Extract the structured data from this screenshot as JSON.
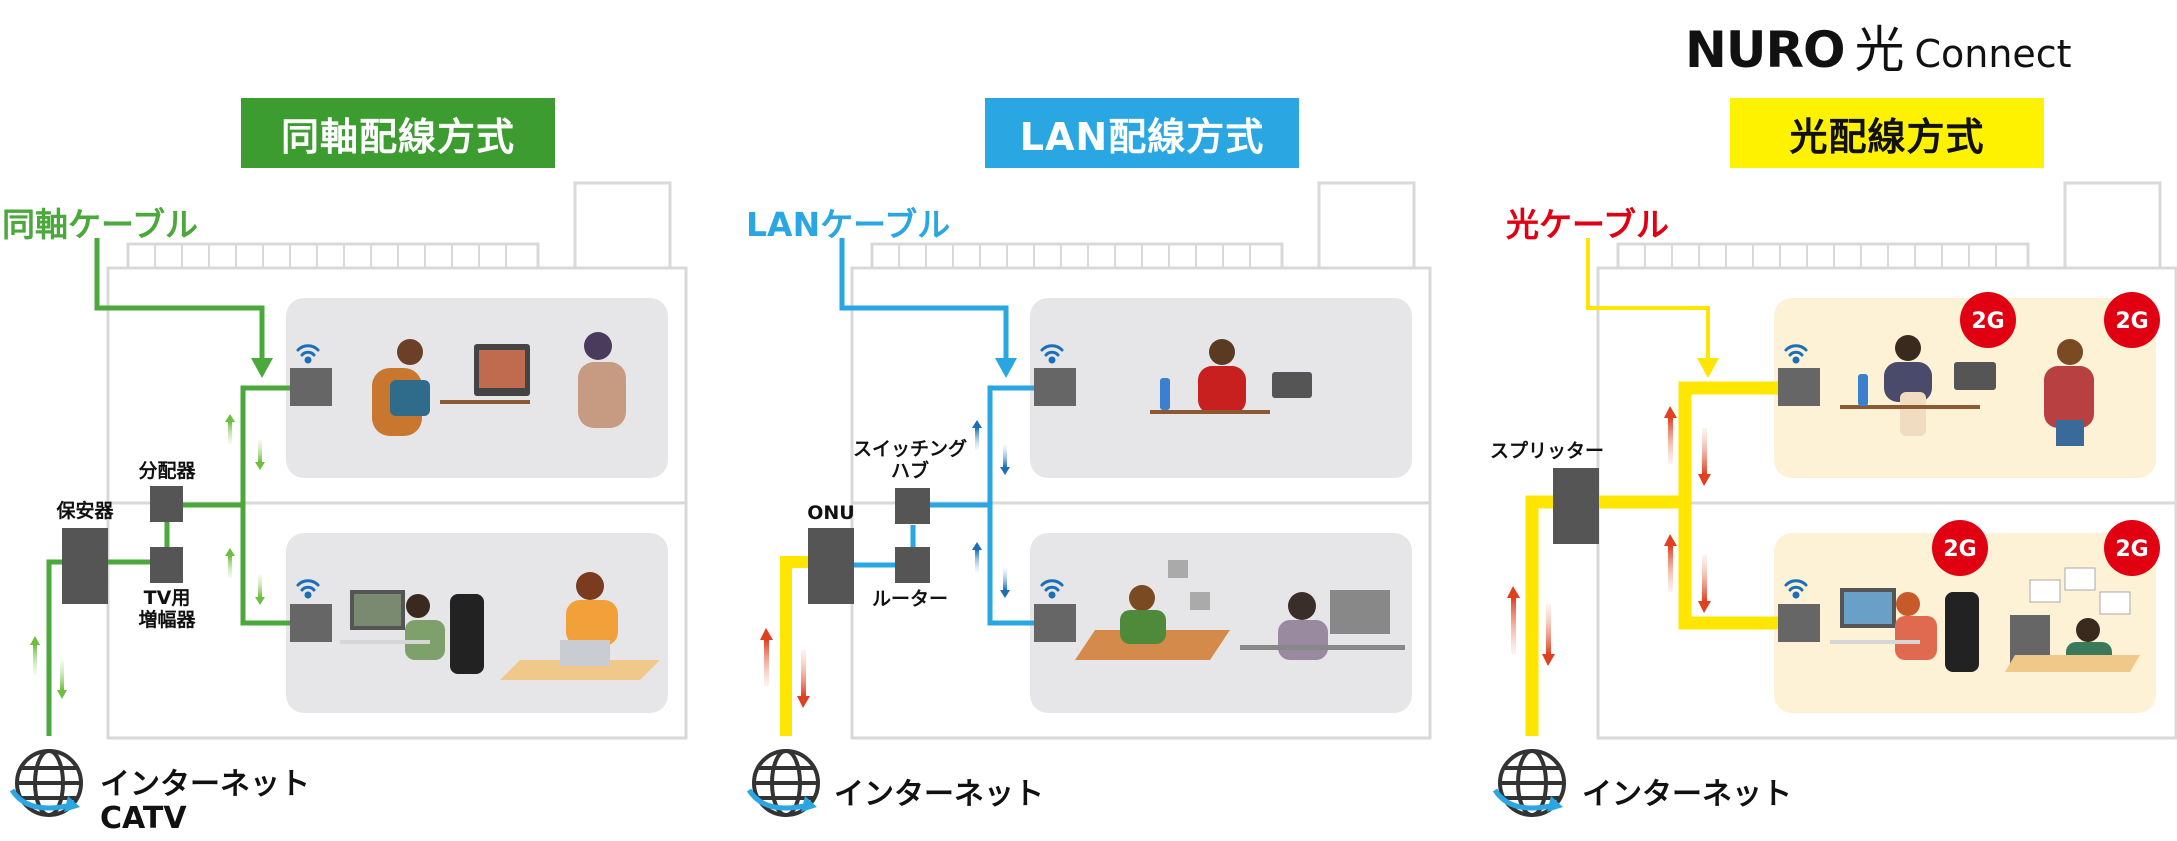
{
  "brand": {
    "name": "NURO",
    "kanji": "光",
    "suffix": "Connect"
  },
  "panels": [
    {
      "id": "coax",
      "title": "同軸配線方式",
      "title_bg": "#3d9c2f",
      "title_color": "#ffffff",
      "cable_label": "同軸ケーブル",
      "cable_color": "#4aa93a",
      "devices": {
        "protector": "保安器",
        "splitter": "分配器",
        "amp_line1": "TV用",
        "amp_line2": "増幅器"
      },
      "internet_line1": "インターネット",
      "internet_line2": "CATV"
    },
    {
      "id": "lan",
      "title": "LAN配線方式",
      "title_bg": "#2aa7e2",
      "title_color": "#ffffff",
      "cable_label": "LANケーブル",
      "cable_color": "#2aa7e2",
      "devices": {
        "onu": "ONU",
        "hub_line1": "スイッチング",
        "hub_line2": "ハブ",
        "router": "ルーター"
      },
      "internet_line1": "インターネット"
    },
    {
      "id": "optical",
      "title": "光配線方式",
      "title_bg": "#fff200",
      "title_color": "#111111",
      "cable_label": "光ケーブル",
      "cable_color": "#e00012",
      "line_color": "#ffe600",
      "devices": {
        "splitter": "スプリッター"
      },
      "internet_line1": "インターネット",
      "badges": [
        "2G",
        "2G",
        "2G",
        "2G"
      ]
    }
  ]
}
